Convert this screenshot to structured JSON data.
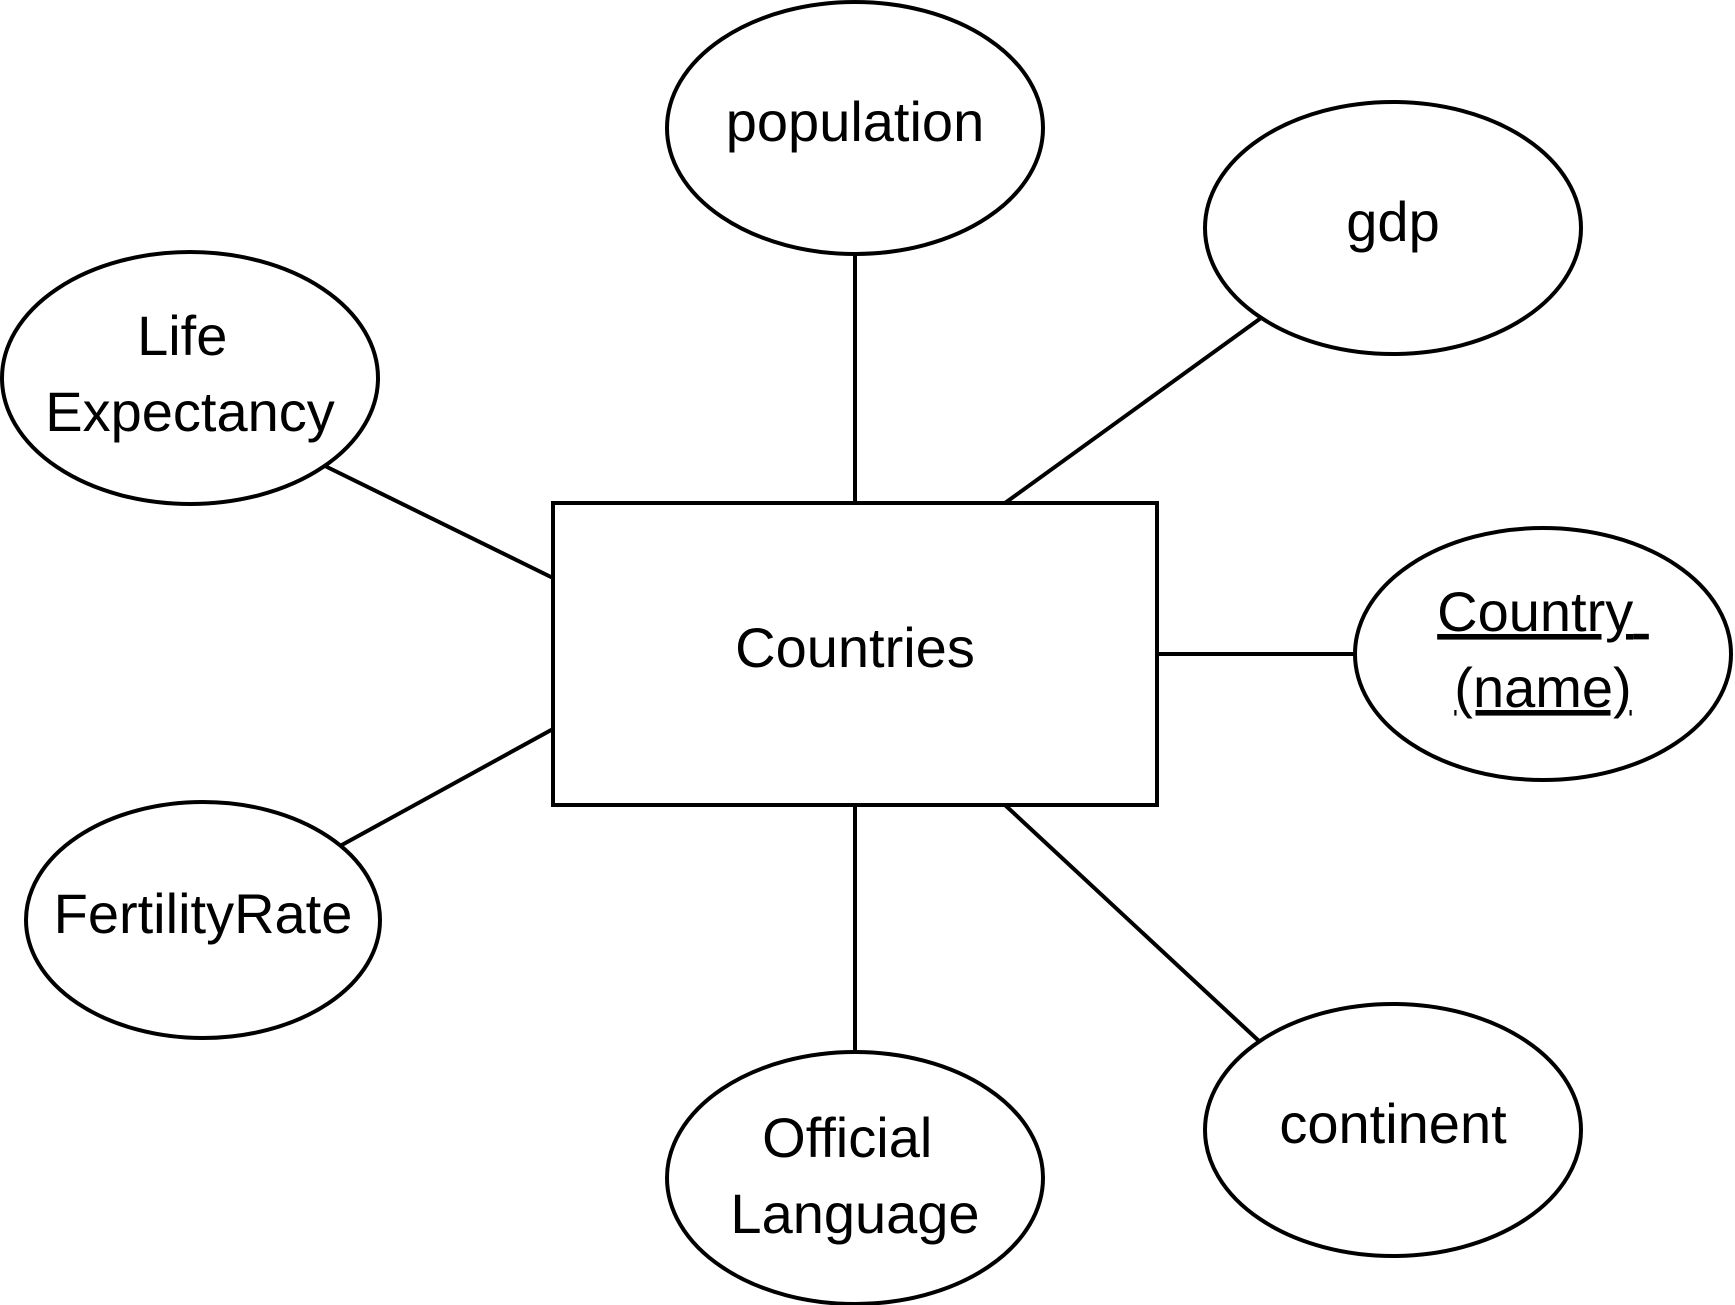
{
  "entity": {
    "label": "Countries"
  },
  "attributes": [
    {
      "id": "population",
      "lines": [
        "population"
      ],
      "is_key": false
    },
    {
      "id": "gdp",
      "lines": [
        "gdp"
      ],
      "is_key": false
    },
    {
      "id": "life-expectancy",
      "lines": [
        "Life",
        "Expectancy"
      ],
      "is_key": false
    },
    {
      "id": "country-name",
      "lines": [
        "Country",
        "(name)"
      ],
      "is_key": true
    },
    {
      "id": "fertility-rate",
      "lines": [
        "FertilityRate"
      ],
      "is_key": false
    },
    {
      "id": "official-language",
      "lines": [
        "Official",
        "Language"
      ],
      "is_key": false
    },
    {
      "id": "continent",
      "lines": [
        "continent"
      ],
      "is_key": false
    }
  ]
}
